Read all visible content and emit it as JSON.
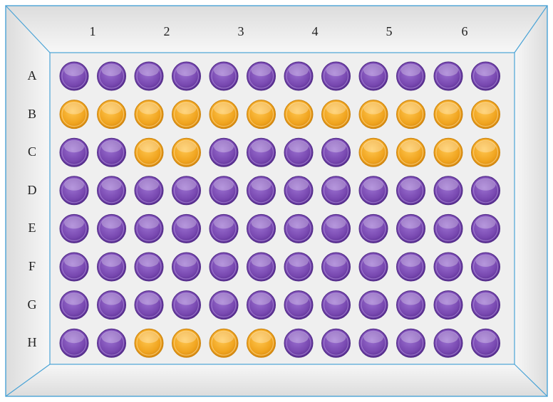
{
  "plate": {
    "column_labels": [
      "1",
      "2",
      "3",
      "4",
      "5",
      "6"
    ],
    "row_labels": [
      "A",
      "B",
      "C",
      "D",
      "E",
      "F",
      "G",
      "H"
    ],
    "colors": {
      "purple": "#7b4bb3",
      "orange": "#f0a82c",
      "frame_bevel_light": "#f4f4f4",
      "frame_bevel_dark": "#d8d8d8",
      "border_blue": "#4aa3d6",
      "inner_panel": "#efefef"
    },
    "wells": [
      [
        "purple",
        "purple",
        "purple",
        "purple",
        "purple",
        "purple",
        "purple",
        "purple",
        "purple",
        "purple",
        "purple",
        "purple"
      ],
      [
        "orange",
        "orange",
        "orange",
        "orange",
        "orange",
        "orange",
        "orange",
        "orange",
        "orange",
        "orange",
        "orange",
        "orange"
      ],
      [
        "purple",
        "purple",
        "orange",
        "orange",
        "purple",
        "purple",
        "purple",
        "purple",
        "orange",
        "orange",
        "orange",
        "orange"
      ],
      [
        "purple",
        "purple",
        "purple",
        "purple",
        "purple",
        "purple",
        "purple",
        "purple",
        "purple",
        "purple",
        "purple",
        "purple"
      ],
      [
        "purple",
        "purple",
        "purple",
        "purple",
        "purple",
        "purple",
        "purple",
        "purple",
        "purple",
        "purple",
        "purple",
        "purple"
      ],
      [
        "purple",
        "purple",
        "purple",
        "purple",
        "purple",
        "purple",
        "purple",
        "purple",
        "purple",
        "purple",
        "purple",
        "purple"
      ],
      [
        "purple",
        "purple",
        "purple",
        "purple",
        "purple",
        "purple",
        "purple",
        "purple",
        "purple",
        "purple",
        "purple",
        "purple"
      ],
      [
        "purple",
        "purple",
        "orange",
        "orange",
        "orange",
        "orange",
        "purple",
        "purple",
        "purple",
        "purple",
        "purple",
        "purple"
      ]
    ]
  }
}
